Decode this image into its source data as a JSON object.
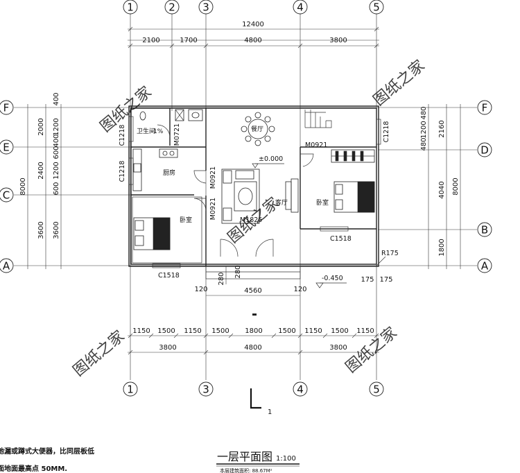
{
  "axes": {
    "top": [
      "1",
      "2",
      "3",
      "4",
      "5"
    ],
    "bottom": [
      "1",
      "3",
      "4",
      "5"
    ],
    "left": [
      "F",
      "E",
      "C",
      "A"
    ],
    "right": [
      "F",
      "D",
      "B",
      "A"
    ]
  },
  "dims": {
    "top_total": "12400",
    "top_row": [
      "2100",
      "1700",
      "4800",
      "3800"
    ],
    "bottom_row1": [
      "1150",
      "1500",
      "1150",
      "1500",
      "1800",
      "1500",
      "1150",
      "1500",
      "1150"
    ],
    "bottom_row2": [
      "3800",
      "4800",
      "3800"
    ],
    "left_outer": [
      "2000",
      "2400",
      "3600"
    ],
    "left_total": "8000",
    "left_inner": [
      "400",
      "1200",
      "400",
      "600",
      "1200",
      "600",
      "3600"
    ],
    "right_inner": [
      "480",
      "1200",
      "480"
    ],
    "right_outer": [
      "2160",
      "4040",
      "1800"
    ],
    "right_total": "8000",
    "porch": [
      "120",
      "4560",
      "120"
    ],
    "porch_left": [
      "280",
      "280"
    ],
    "corner": [
      "175",
      "175"
    ]
  },
  "rooms": {
    "bath": "卫生间",
    "dining": "餐厅",
    "kitchen": "厨房",
    "living": "客厅",
    "bed_left": "卧室",
    "bed_right": "卧室"
  },
  "codes": {
    "c1218_a": "C1218",
    "c1218_b": "C1218",
    "c1218_c": "C1218",
    "m0721": "M0721",
    "m0921_top": "M0921",
    "m0921_a": "M0921",
    "m0921_b": "M0921",
    "m1825": "M1825",
    "c1518_left": "C1518",
    "c1518_right": "C1518",
    "r175": "R175",
    "slope": "1%"
  },
  "levels": {
    "floor": "±0.000",
    "outside": "-0.450"
  },
  "watermark": "图纸之家",
  "section_mark": "1",
  "notes": [
    "地漏或蹲式大便器，比同层板低",
    "面地面最高点 50MM."
  ],
  "title": {
    "name": "一层平面图",
    "scale": "1:100",
    "sub": "本层建筑面积: 88.67M²"
  }
}
